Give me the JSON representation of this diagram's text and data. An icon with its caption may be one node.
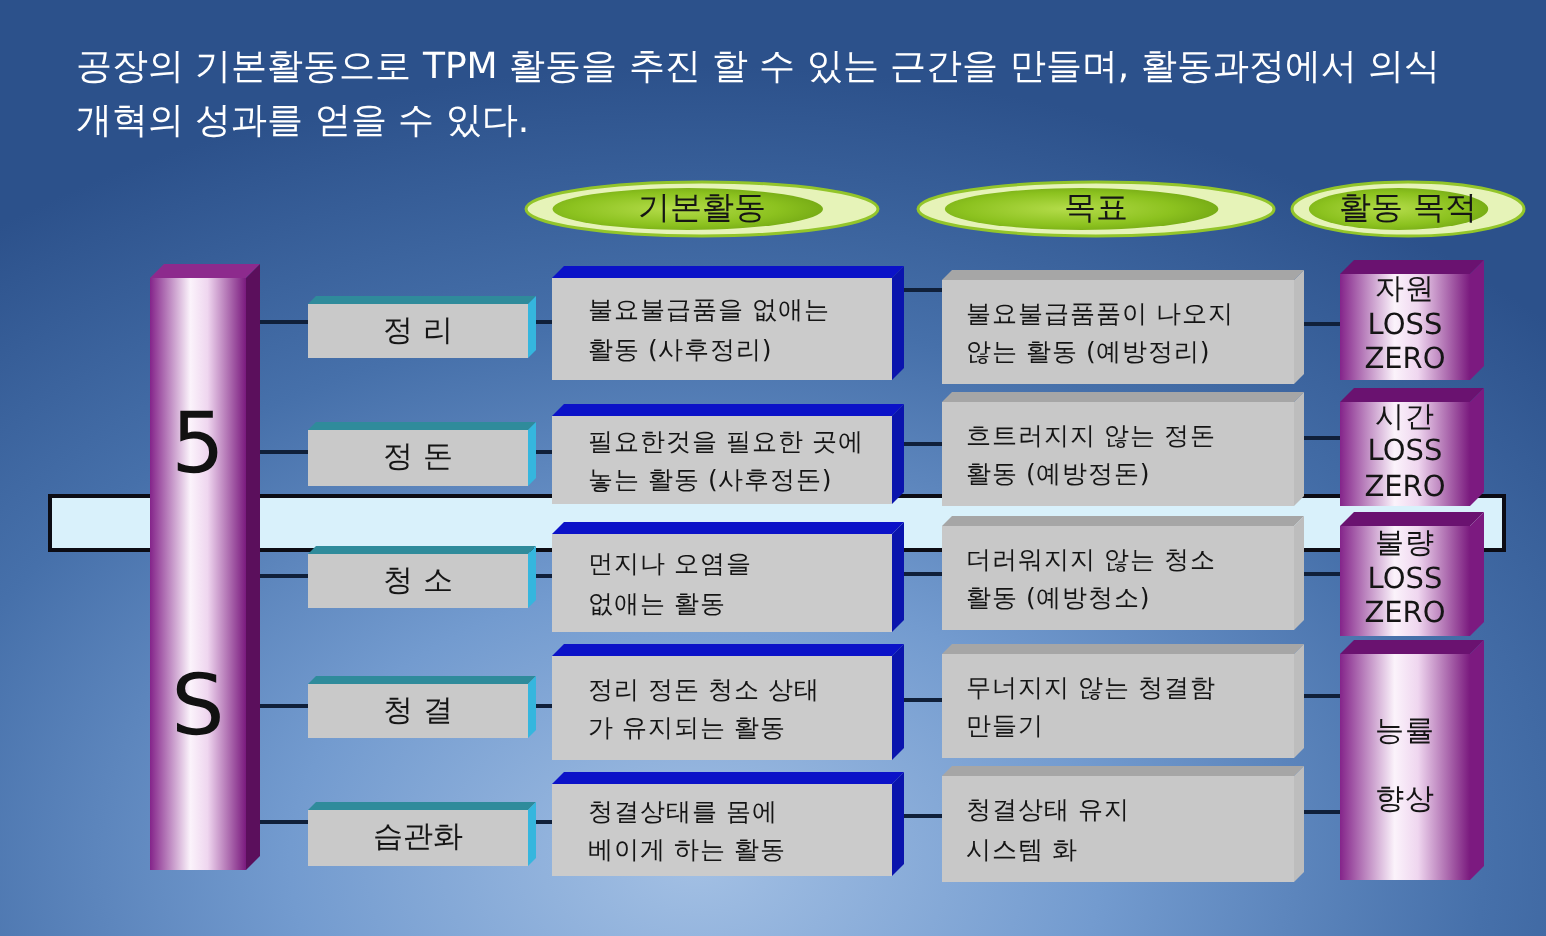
{
  "diagram": {
    "title": "공장의 기본활동으로 TPM 활동을 추진 할 수 있는 근간을 만들며, 활동과정에서 의식 개혁의 성과를 얻을 수 있다.",
    "nodes": [
      {
        "text": [
          "기본활동"
        ]
      },
      {
        "text": [
          "목표"
        ]
      },
      {
        "text": [
          "활동 목적"
        ]
      },
      {
        "text": [
          "5",
          "S"
        ]
      },
      {
        "text": [
          "정 리"
        ]
      },
      {
        "text": [
          "불요불급품을 없애는 활동 (사후정리)"
        ]
      },
      {
        "text": [
          "불요불급품품이 나오지 않는 활동 (예방정리)"
        ]
      },
      {
        "text": [
          "자원 LOSS ZERO"
        ]
      },
      {
        "text": [
          "정 돈"
        ]
      },
      {
        "text": [
          "필요한것을 필요한 곳에 놓는 활동 (사후정돈)"
        ]
      },
      {
        "text": [
          "흐트러지지 않는 정돈 활동 (예방정돈)"
        ]
      },
      {
        "text": [
          "시간 LOSS ZERO"
        ]
      },
      {
        "text": [
          "청 소"
        ]
      },
      {
        "text": [
          "먼지나 오염을 없애는 활동"
        ]
      },
      {
        "text": [
          "더러워지지 않는 청소 활동 (예방청소)"
        ]
      },
      {
        "text": [
          "불량 LOSS ZERO"
        ]
      },
      {
        "text": [
          "청 결"
        ]
      },
      {
        "text": [
          "정리 정돈 청소 상태 가 유지되는 활동"
        ]
      },
      {
        "text": [
          "무너지지 않는 청결함 만들기"
        ]
      },
      {
        "text": [
          "능률 향상"
        ]
      },
      {
        "text": [
          "습관화"
        ]
      },
      {
        "text": [
          "청결상태를 몸에 베이게 하는 활동"
        ]
      },
      {
        "text": [
          "청결상태 유지 시스템 화"
        ]
      }
    ],
    "edges": [
      {
        "from": 3,
        "to": 4,
        "arrow": "none"
      },
      {
        "from": 4,
        "to": 5,
        "arrow": "none"
      },
      {
        "from": 5,
        "to": 6,
        "arrow": "none"
      },
      {
        "from": 6,
        "to": 7,
        "arrow": "none"
      },
      {
        "from": 3,
        "to": 8,
        "arrow": "none"
      },
      {
        "from": 8,
        "to": 9,
        "arrow": "none"
      },
      {
        "from": 9,
        "to": 10,
        "arrow": "none"
      },
      {
        "from": 10,
        "to": 11,
        "arrow": "none"
      },
      {
        "from": 3,
        "to": 12,
        "arrow": "none"
      },
      {
        "from": 12,
        "to": 13,
        "arrow": "none"
      },
      {
        "from": 13,
        "to": 14,
        "arrow": "none"
      },
      {
        "from": 14,
        "to": 15,
        "arrow": "none"
      },
      {
        "from": 3,
        "to": 16,
        "arrow": "none"
      },
      {
        "from": 16,
        "to": 17,
        "arrow": "none"
      },
      {
        "from": 17,
        "to": 18,
        "arrow": "none"
      },
      {
        "from": 18,
        "to": 19,
        "arrow": "none"
      },
      {
        "from": 3,
        "to": 20,
        "arrow": "none"
      },
      {
        "from": 20,
        "to": 21,
        "arrow": "none"
      },
      {
        "from": 21,
        "to": 22,
        "arrow": "none"
      },
      {
        "from": 22,
        "to": 19,
        "arrow": "none"
      }
    ]
  }
}
